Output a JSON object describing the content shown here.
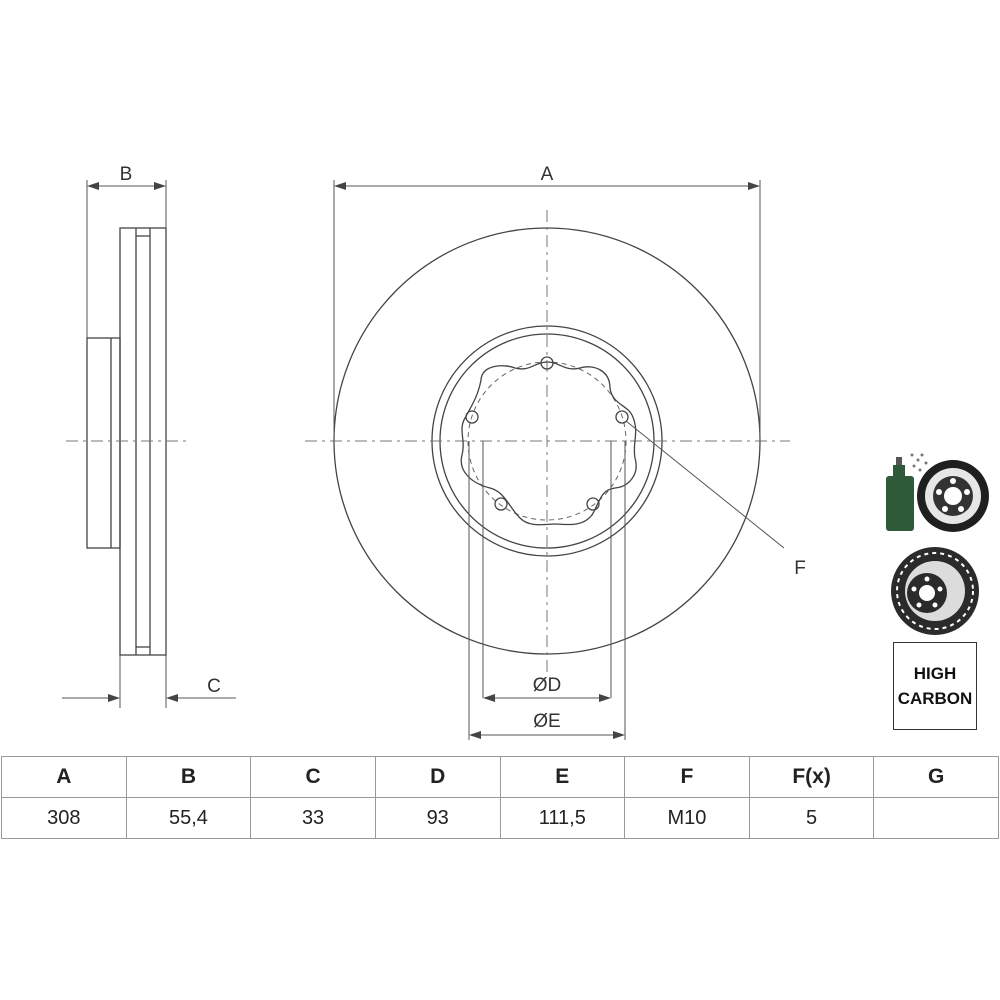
{
  "labels": {
    "a": "A",
    "b": "B",
    "c": "C",
    "d": "ØD",
    "e": "ØE",
    "f": "F"
  },
  "badge": {
    "line1": "HIGH",
    "line2": "CARBON"
  },
  "icons": [
    "spray-coating-icon",
    "disc-front-icon",
    "vented-disc-icon"
  ],
  "table": {
    "headers": [
      "A",
      "B",
      "C",
      "D",
      "E",
      "F",
      "F(x)",
      "G"
    ],
    "values": [
      "308",
      "55,4",
      "33",
      "93",
      "111,5",
      "M10",
      "5",
      ""
    ]
  }
}
